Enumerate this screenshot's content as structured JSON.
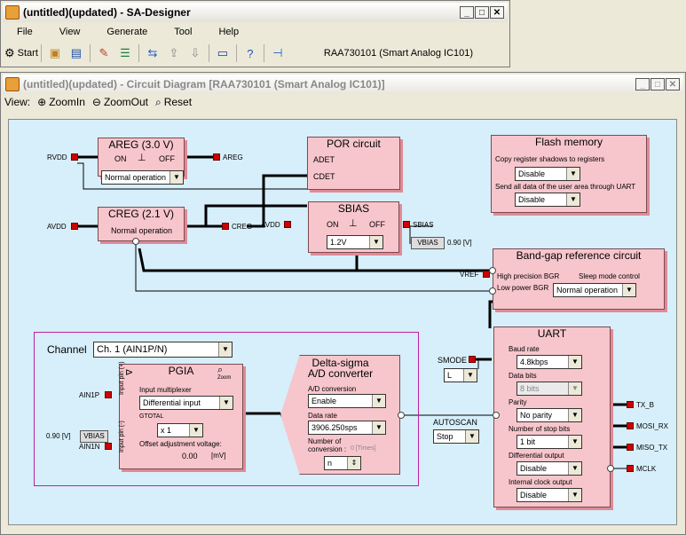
{
  "app": {
    "title": "(untitled)(updated) - SA-Designer",
    "device": "RAA730101 (Smart Analog IC101)"
  },
  "menu": [
    "File",
    "View",
    "Generate",
    "Tool",
    "Help"
  ],
  "toolbar": {
    "start": "Start"
  },
  "child": {
    "title": "(untitled)(updated) - Circuit Diagram [RAA730101 (Smart Analog IC101)]"
  },
  "view": {
    "label": "View:",
    "zoomin": "ZoomIn",
    "zoomout": "ZoomOut",
    "reset": "Reset"
  },
  "areg": {
    "title": "AREG (3.0 V)",
    "on": "ON",
    "off": "OFF",
    "mode": "Normal operation",
    "in": "RVDD",
    "out": "AREG"
  },
  "por": {
    "title": "POR circuit",
    "adet": "ADET",
    "cdet": "CDET"
  },
  "creg": {
    "title": "CREG (2.1 V)",
    "mode": "Normal operation",
    "in": "AVDD",
    "out": "CREG"
  },
  "sbias": {
    "title": "SBIAS",
    "on": "ON",
    "off": "OFF",
    "value": "1.2V",
    "in": "AVDD",
    "out": "SBIAS",
    "vbias": "VBIAS",
    "vbias_val": "0.90",
    "unit": "[V]"
  },
  "flash": {
    "title": "Flash memory",
    "copy_label": "Copy register shadows to registers",
    "copy_value": "Disable",
    "send_label": "Send all data of the user area through UART",
    "send_value": "Disable"
  },
  "bgr": {
    "title": "Band-gap reference circuit",
    "vref": "VREF",
    "hp": "High precision BGR",
    "lp": "Low power BGR",
    "sleep_label": "Sleep mode control",
    "sleep_value": "Normal operation"
  },
  "channel": {
    "label": "Channel",
    "value": "Ch. 1 (AIN1P/N)"
  },
  "pgia": {
    "title": "PGIA",
    "zoom": "Zoom",
    "ain1p": "AIN1P",
    "ain1n": "AIN1N",
    "pinp": "Input pin (+)",
    "pinm": "Input pin (-)",
    "mux_label": "Input multiplexer",
    "mux_value": "Differential input",
    "gtotal": "GTOTAL",
    "gain": "x 1",
    "offset_label": "Offset adjustment voltage:",
    "offset_value": "0.00",
    "offset_unit": "[mV]",
    "vbias": "VBIAS",
    "vbias_val": "0.90",
    "unit": "[V]"
  },
  "adc": {
    "title1": "Delta-sigma",
    "title2": "A/D converter",
    "conv_label": "A/D conversion",
    "conv_value": "Enable",
    "rate_label": "Data rate",
    "rate_value": "3906.250sps",
    "num_label1": "Number of",
    "num_label2": "conversion :",
    "num_hint": "0 [Times]",
    "num_value": "n"
  },
  "smode": {
    "label": "SMODE",
    "value": "L"
  },
  "autoscan": {
    "label": "AUTOSCAN",
    "value": "Stop"
  },
  "uart": {
    "title": "UART",
    "baud_label": "Baud rate",
    "baud": "4.8kbps",
    "bits_label": "Data bits",
    "bits": "8 bits",
    "parity_label": "Parity",
    "parity": "No parity",
    "stop_label": "Number of stop bits",
    "stop": "1 bit",
    "diff_label": "Differential output",
    "diff": "Disable",
    "clk_label": "Internal clock output",
    "clk": "Disable",
    "txb": "TX_B",
    "mosi": "MOSI_RX",
    "miso": "MISO_TX",
    "mclk": "MCLK"
  }
}
